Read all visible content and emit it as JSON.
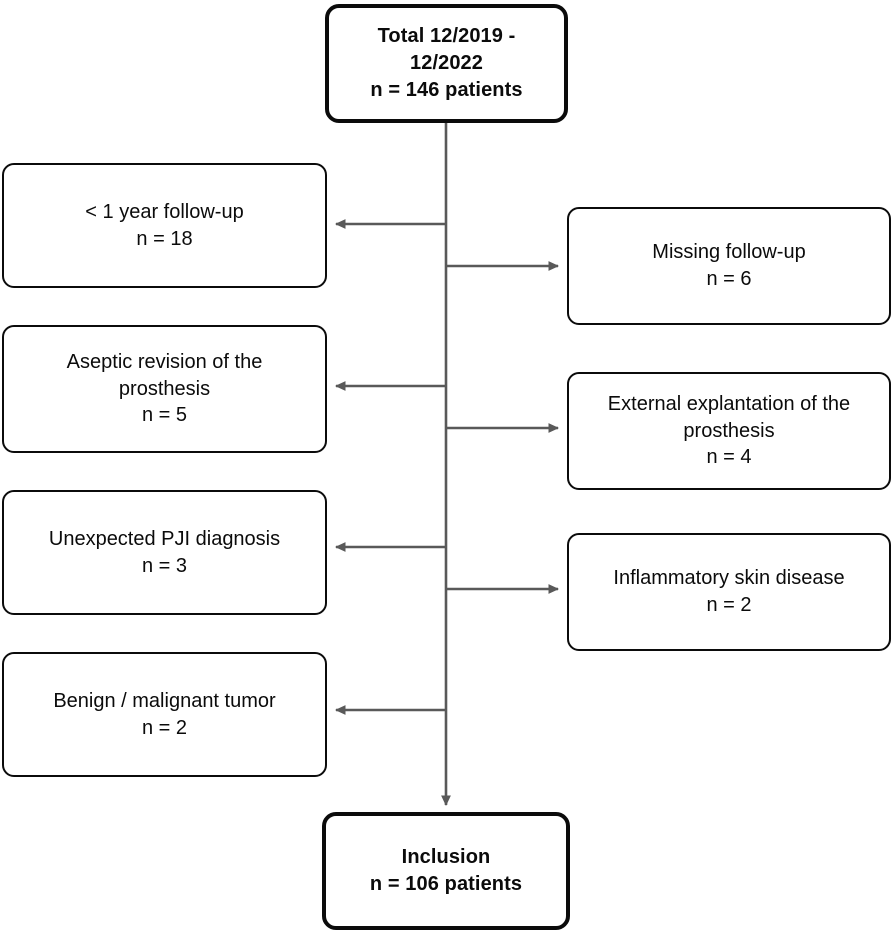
{
  "diagram": {
    "title_node": {
      "lines": [
        "Total 12/2019 -",
        "12/2022",
        "n = 146 patients"
      ],
      "emphasis": true
    },
    "excluded_left": [
      {
        "lines": [
          "< 1 year follow-up",
          "n = 18"
        ],
        "count": 18
      },
      {
        "lines": [
          "Aseptic revision of the",
          "prosthesis",
          "n = 5"
        ],
        "count": 5
      },
      {
        "lines": [
          "Unexpected PJI diagnosis",
          "n = 3"
        ],
        "count": 3
      },
      {
        "lines": [
          "Benign / malignant tumor",
          "n = 2"
        ],
        "count": 2
      }
    ],
    "excluded_right": [
      {
        "lines": [
          "Missing follow-up",
          "n = 6"
        ],
        "count": 6
      },
      {
        "lines": [
          "External explantation of the",
          "prosthesis",
          "n = 4"
        ],
        "count": 4
      },
      {
        "lines": [
          "Inflammatory skin disease",
          "n = 2"
        ],
        "count": 2
      }
    ],
    "result_node": {
      "lines": [
        "Inclusion",
        "n = 106 patients"
      ],
      "emphasis": true
    },
    "colors": {
      "box_border": "#0b0b0b",
      "connector": "#595959",
      "text": "#0b0b0b",
      "background": "#ffffff"
    }
  }
}
